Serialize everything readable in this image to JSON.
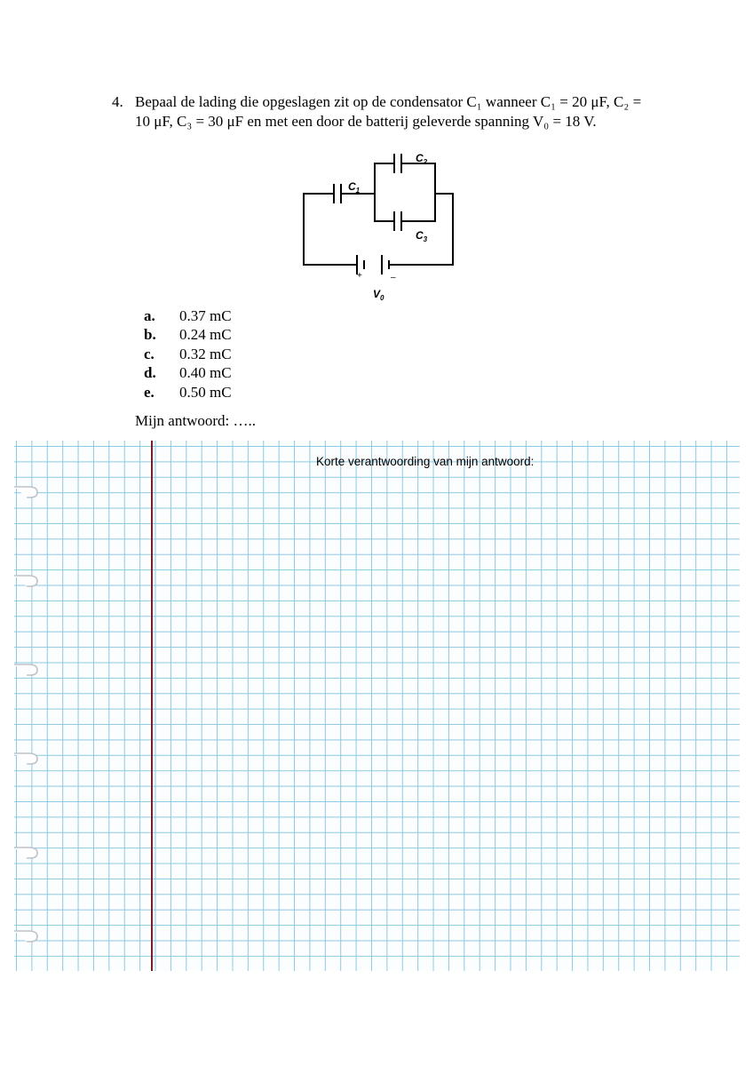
{
  "question": {
    "number": "4.",
    "line1": "Bepaal de lading die opgeslagen zit op de condensator C₁ wanneer C₁ = 20 μF, C₂ =",
    "line2": "10 μF, C₃ = 30 μF en met een door de batterij geleverde spanning V₀ = 18 V."
  },
  "circuit": {
    "c1_label": "C",
    "c1_sub": "1",
    "c2_label": "C",
    "c2_sub": "2",
    "c3_label": "C",
    "c3_sub": "3",
    "v_label": "V",
    "v_sub": "0",
    "plus": "+",
    "minus": "–"
  },
  "options": [
    {
      "letter": "a.",
      "value": "0.37 mC"
    },
    {
      "letter": "b.",
      "value": "0.24 mC"
    },
    {
      "letter": "c.",
      "value": "0.32 mC"
    },
    {
      "letter": "d.",
      "value": "0.40 mC"
    },
    {
      "letter": "e.",
      "value": "0.50 mC"
    }
  ],
  "answer": {
    "label": "Mijn antwoord: ….."
  },
  "paper": {
    "heading": "Korte verantwoording van mijn antwoord:",
    "margin_color": "#7a1f28",
    "grid_color": "#8ec9e2"
  }
}
